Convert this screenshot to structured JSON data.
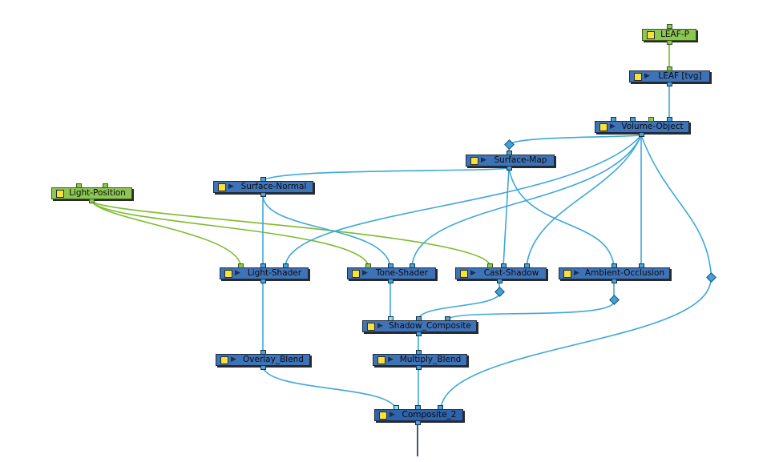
{
  "diagram": {
    "nodes": [
      {
        "id": "leafp",
        "label": "LEAF-P",
        "kind": "green"
      },
      {
        "id": "leaf",
        "label": "LEAF  [tvg]",
        "kind": "blue"
      },
      {
        "id": "vol",
        "label": "Volume-Object",
        "kind": "blue"
      },
      {
        "id": "surfmap",
        "label": "Surface-Map",
        "kind": "blue"
      },
      {
        "id": "surfnorm",
        "label": "Surface-Normal",
        "kind": "blue"
      },
      {
        "id": "lightpos",
        "label": "Light-Position",
        "kind": "green"
      },
      {
        "id": "lightshader",
        "label": "Light-Shader",
        "kind": "blue"
      },
      {
        "id": "toneshader",
        "label": "Tone-Shader",
        "kind": "blue"
      },
      {
        "id": "castshadow",
        "label": "Cast-Shadow",
        "kind": "blue"
      },
      {
        "id": "ambocc",
        "label": "Ambient-Occlusion",
        "kind": "blue"
      },
      {
        "id": "shadowcomp",
        "label": "Shadow_Composite",
        "kind": "blue"
      },
      {
        "id": "overlay",
        "label": "Overlay_Blend",
        "kind": "blue"
      },
      {
        "id": "multiply",
        "label": "Multiply_Blend",
        "kind": "blue"
      },
      {
        "id": "comp2",
        "label": "Composite_2",
        "kind": "comp"
      }
    ],
    "colors": {
      "wire_blue": "#3ea8d8",
      "wire_green": "#7cbc2c",
      "node_blue": "#3f73b8",
      "node_green": "#8cc653",
      "enable_square": "#f8e23a"
    }
  }
}
